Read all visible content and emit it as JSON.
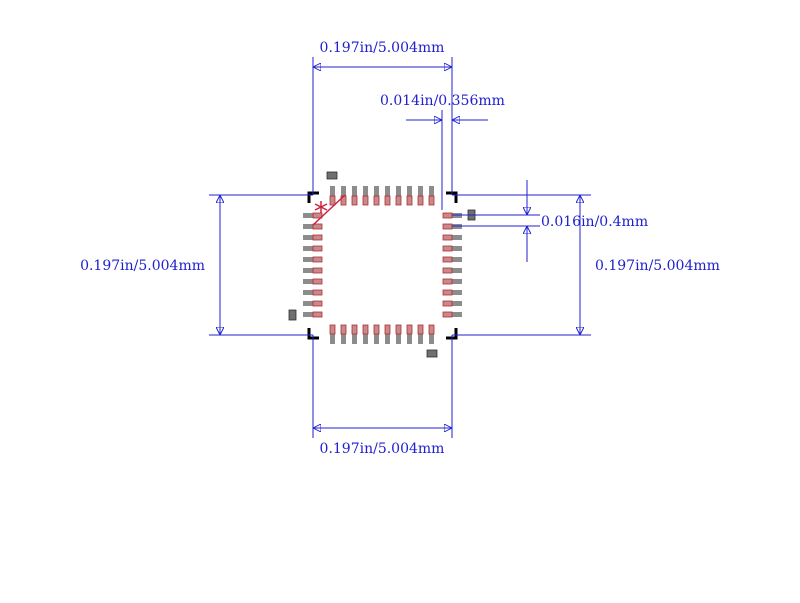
{
  "dimensions": {
    "top_width": "0.197in/5.004mm",
    "pad_width": "0.014in/0.356mm",
    "pad_pitch": "0.016in/0.4mm",
    "left_height": "0.197in/5.004mm",
    "right_height": "0.197in/5.004mm",
    "bottom_width": "0.197in/5.004mm"
  },
  "footprint": {
    "package": "QFN",
    "pins_per_side": 10,
    "pin1_marker": "asterisk"
  },
  "colors": {
    "dimension": "#2020d0",
    "pad_fill": "#c8888c",
    "pad_outline": "#b03030",
    "pin": "#8c8c8c",
    "corner_mark": "#000000",
    "pin1": "#d02040",
    "component": "#707070"
  }
}
